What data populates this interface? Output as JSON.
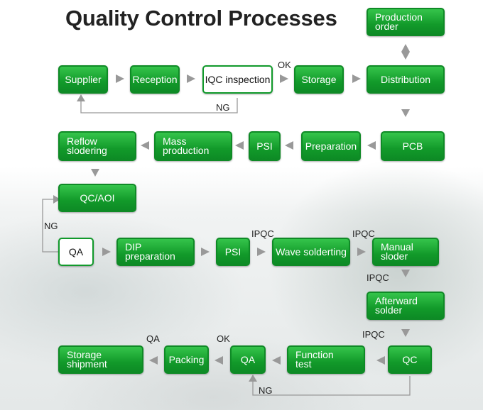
{
  "title": "Quality Control Processes",
  "colors": {
    "box_green": "#17a82f",
    "arrow_gray": "#999999"
  },
  "boxes": {
    "production_order": [
      "Production",
      "order"
    ],
    "supplier": "Supplier",
    "reception": "Reception",
    "iqc_inspection": "IQC inspection",
    "storage": "Storage",
    "distribution": "Distribution",
    "reflow_soldering": [
      "Reflow",
      "slodering"
    ],
    "mass_production": [
      "Mass",
      "production"
    ],
    "psi_1": "PSI",
    "preparation": "Preparation",
    "pcb": "PCB",
    "qc_aoi": "QC/AOI",
    "qa_1": "QA",
    "dip_preparation": [
      "DIP",
      "preparation"
    ],
    "psi_2": "PSI",
    "wave_soldering": "Wave solderting",
    "manual_solder": [
      "Manual",
      "sloder"
    ],
    "afterward_solder": [
      "Afterward",
      "solder"
    ],
    "storage_shipment": [
      "Storage",
      "shipment"
    ],
    "packing": "Packing",
    "qa_2": "QA",
    "function_test": [
      "Function",
      "test"
    ],
    "qc": "QC"
  },
  "labels": {
    "ok_iqc": "OK",
    "ng_iqc": "NG",
    "ng_qa": "NG",
    "ipqc_wave": "IPQC",
    "ipqc_manual": "IPQC",
    "ipqc_afterward": "IPQC",
    "ipqc_qc": "IPQC",
    "qa_packing": "QA",
    "ok_qa": "OK",
    "ng_qc": "NG"
  }
}
